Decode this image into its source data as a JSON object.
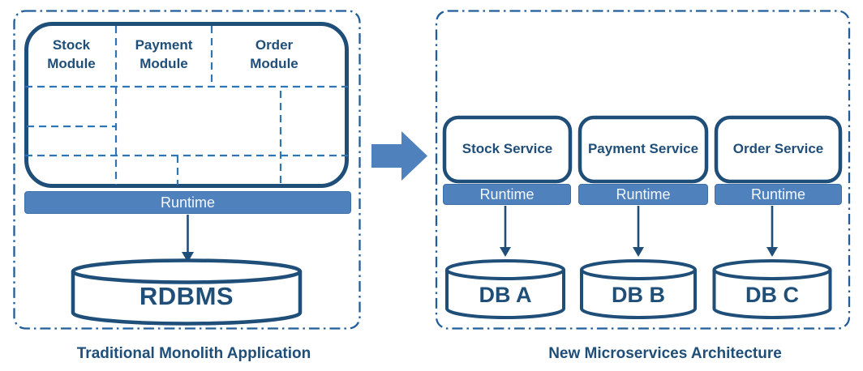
{
  "diagram": {
    "left": {
      "caption": "Traditional Monolith Application",
      "modules": [
        {
          "label": "Stock Module"
        },
        {
          "label": "Payment Module"
        },
        {
          "label": "Order Module"
        }
      ],
      "runtime_label": "Runtime",
      "database_label": "RDBMS"
    },
    "right": {
      "caption": "New Microservices Architecture",
      "services": [
        {
          "label": "Stock Service",
          "runtime_label": "Runtime",
          "database_label": "DB A"
        },
        {
          "label": "Payment Service",
          "runtime_label": "Runtime",
          "database_label": "DB B"
        },
        {
          "label": "Order Service",
          "runtime_label": "Runtime",
          "database_label": "DB C"
        }
      ]
    },
    "colors": {
      "navy_border_text": "#1F4E79",
      "dashed_grid_blue": "#2E75B6",
      "boundary_dashdot_blue": "#215E99",
      "accent_runtime_arrow_blue": "#4F81BD",
      "background": "#FFFFFF"
    }
  }
}
